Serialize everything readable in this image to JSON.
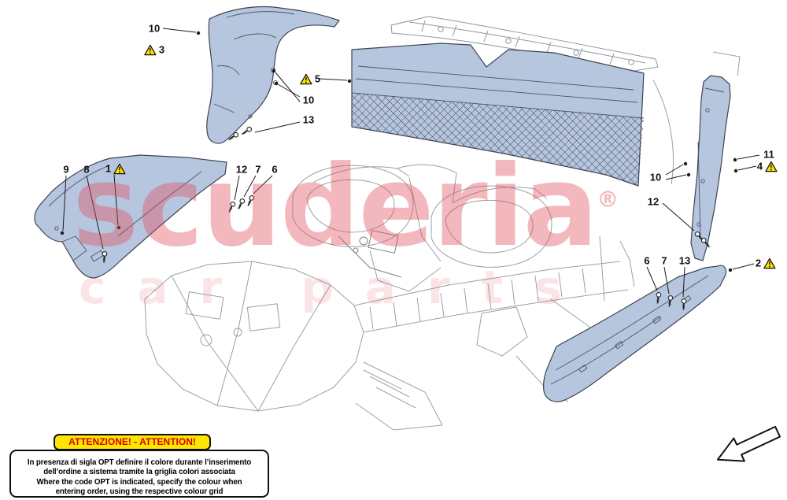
{
  "watermark": {
    "line1": "scuderia",
    "registered_mark": "®",
    "line2": "car parts",
    "color": "#df4d59"
  },
  "callouts": [
    {
      "label": "10",
      "warning": false
    },
    {
      "label": "3",
      "warning": true
    },
    {
      "label": "5",
      "warning": true
    },
    {
      "label": "10",
      "warning": false
    },
    {
      "label": "13",
      "warning": false
    },
    {
      "label": "9",
      "warning": false
    },
    {
      "label": "8",
      "warning": false
    },
    {
      "label": "1",
      "warning": true
    },
    {
      "label": "12",
      "warning": false
    },
    {
      "label": "7",
      "warning": false
    },
    {
      "label": "6",
      "warning": false
    },
    {
      "label": "11",
      "warning": false
    },
    {
      "label": "4",
      "warning": true
    },
    {
      "label": "10",
      "warning": false
    },
    {
      "label": "12",
      "warning": false
    },
    {
      "label": "6",
      "warning": false
    },
    {
      "label": "7",
      "warning": false
    },
    {
      "label": "13",
      "warning": false
    },
    {
      "label": "2",
      "warning": true
    }
  ],
  "attention": {
    "title": "ATTENZIONE! - ATTENTION!",
    "lines": [
      "In presenza di sigla OPT definire il colore durante l’inserimento",
      "dell’ordine a sistema tramite la griglia colori associata",
      "Where the code OPT is indicated, specify the colour when",
      "entering order, using the respective colour grid"
    ]
  },
  "colors": {
    "part_fill": "#b7c6df",
    "part_stroke": "#3d4452",
    "context_stroke": "#9aa0a8",
    "warning_fill": "#ffe000",
    "attention_header_bg": "#ffe600",
    "attention_header_text": "#d40000"
  }
}
